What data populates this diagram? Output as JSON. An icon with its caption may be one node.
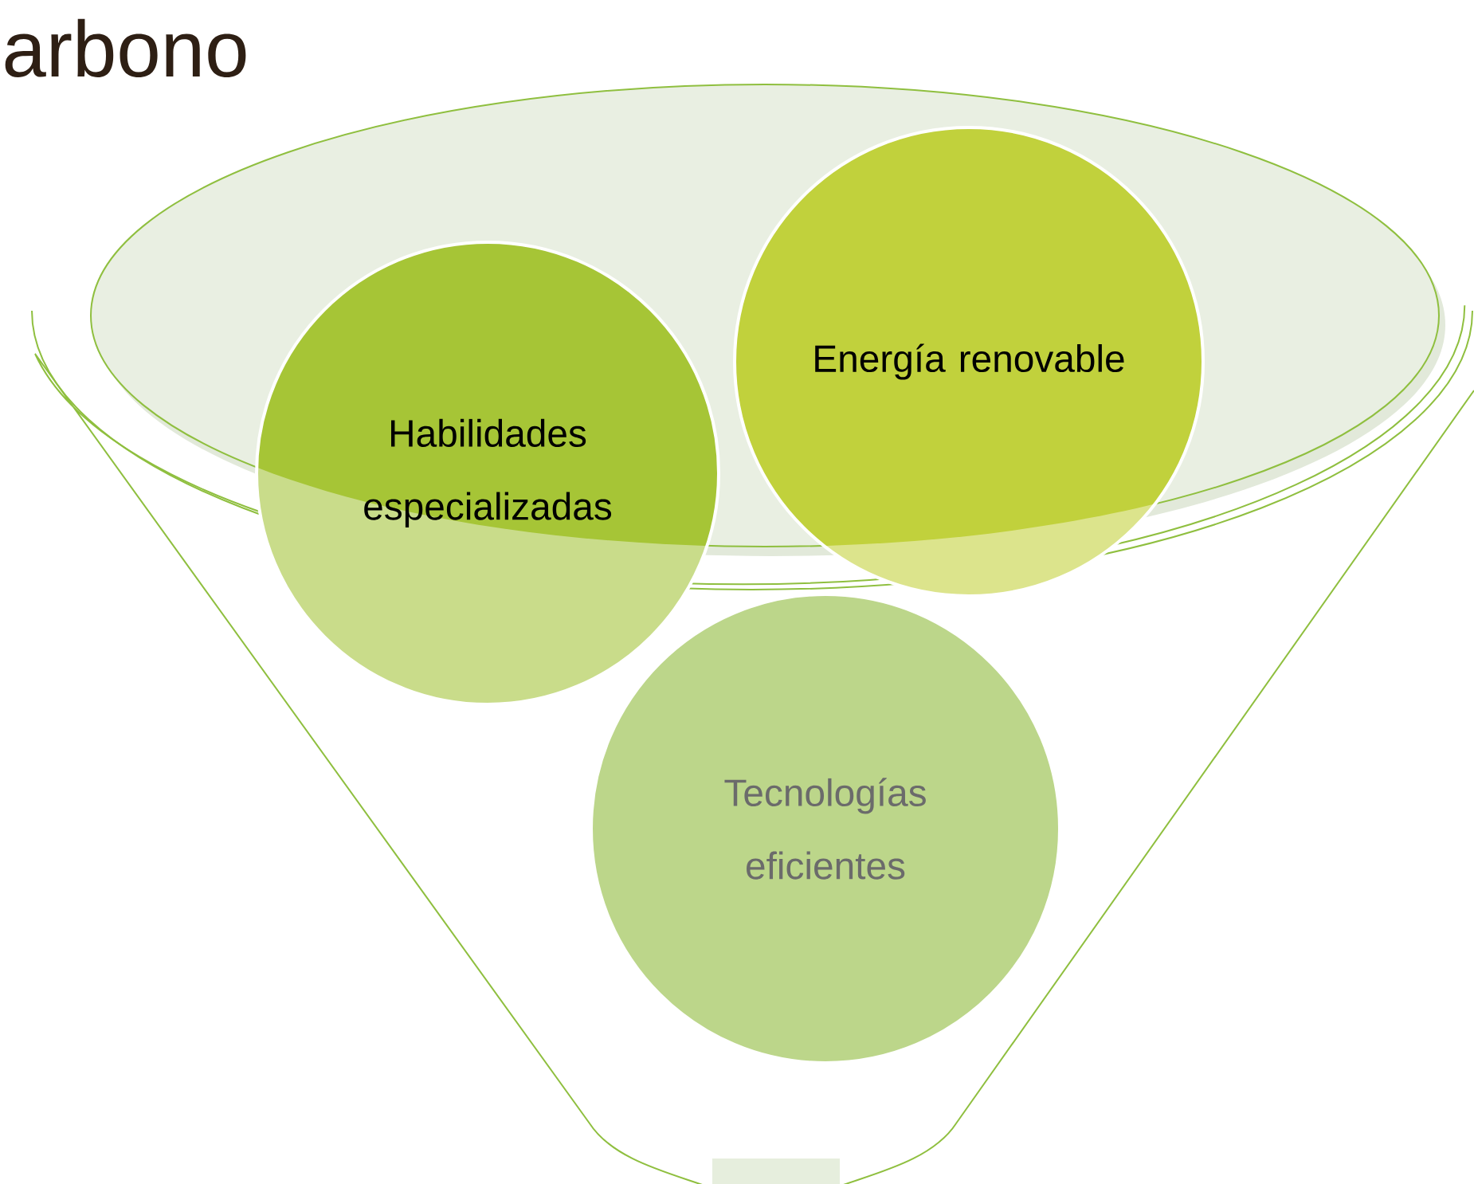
{
  "diagram": {
    "title": "arbono",
    "nodes": [
      {
        "text": [
          "Habilidades especializadas"
        ]
      },
      {
        "text": [
          "Energía renovable"
        ]
      },
      {
        "text": [
          "Tecnologías eficientes"
        ]
      }
    ]
  }
}
